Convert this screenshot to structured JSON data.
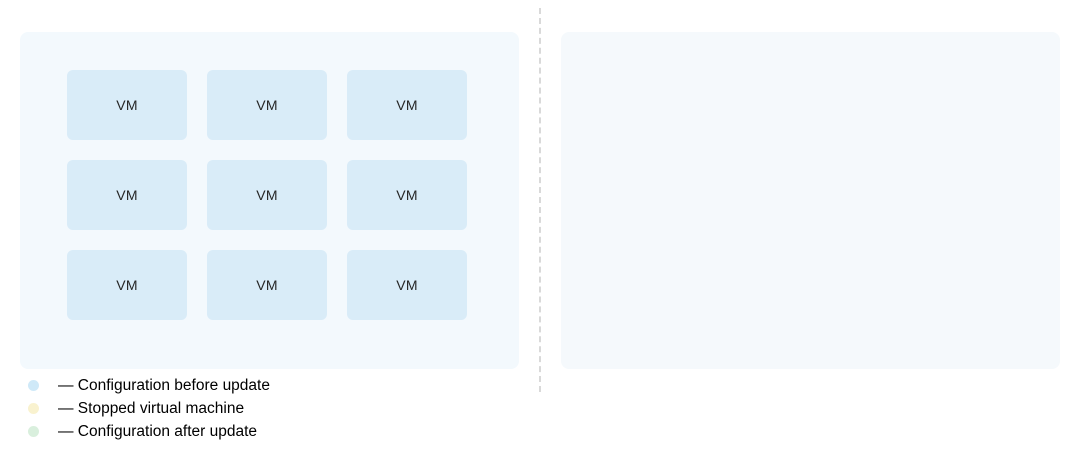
{
  "diagram": {
    "colors": {
      "left_panel_bg": "#f3f9fd",
      "right_panel_bg": "#f5f9fc",
      "vm_bg": "#d9ecf8",
      "divider": "#d9d9d9"
    },
    "left_panel": {
      "vms": [
        {
          "label": "VM"
        },
        {
          "label": "VM"
        },
        {
          "label": "VM"
        },
        {
          "label": "VM"
        },
        {
          "label": "VM"
        },
        {
          "label": "VM"
        },
        {
          "label": "VM"
        },
        {
          "label": "VM"
        },
        {
          "label": "VM"
        }
      ]
    },
    "legend": {
      "items": [
        {
          "label": "— Configuration before update",
          "color": "#cfe9f8"
        },
        {
          "label": "— Stopped virtual machine",
          "color": "#f9f2cf"
        },
        {
          "label": "— Configuration after update",
          "color": "#d9efdd"
        }
      ]
    }
  }
}
